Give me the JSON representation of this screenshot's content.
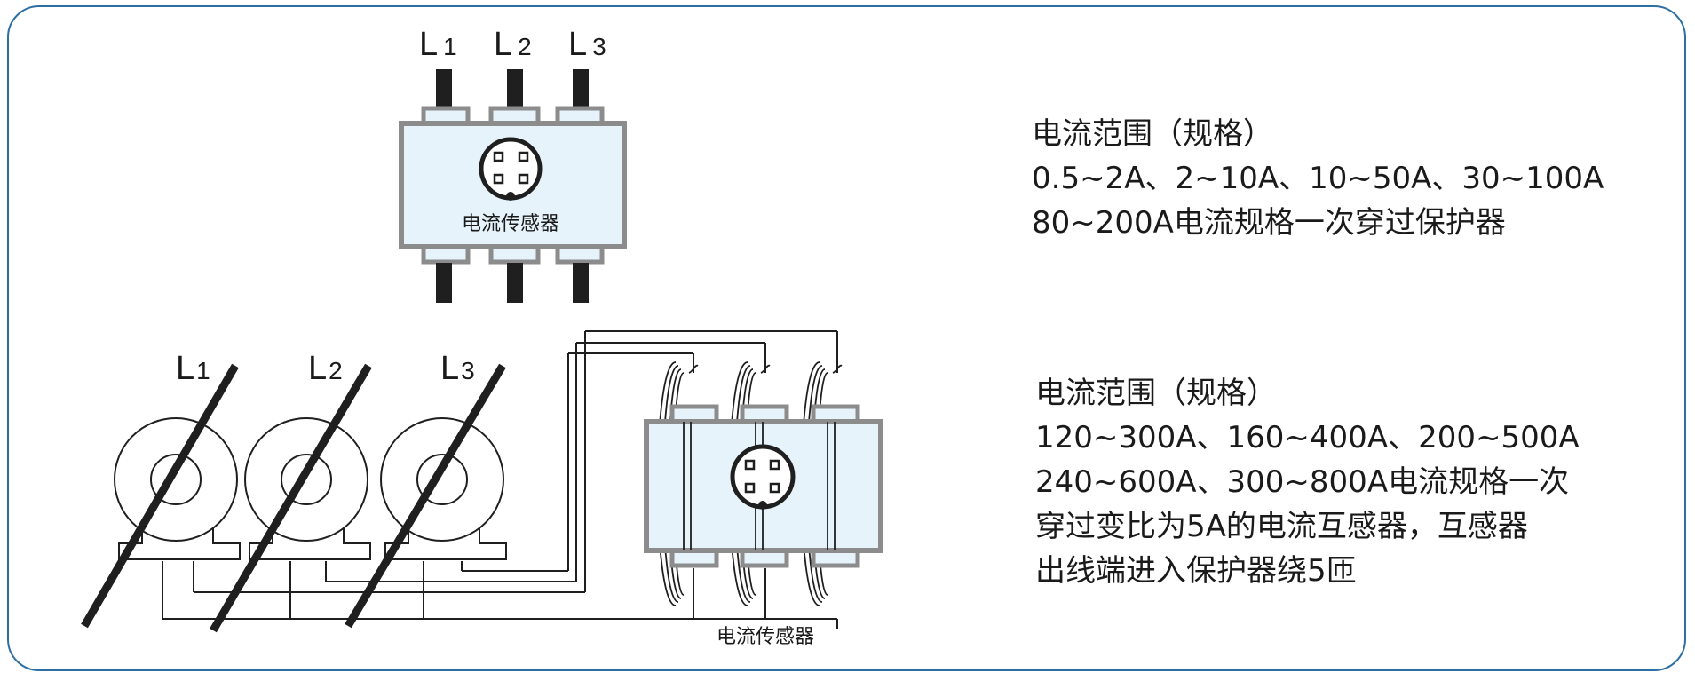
{
  "top_diagram": {
    "phase_labels": [
      {
        "letter": "L",
        "num": "1"
      },
      {
        "letter": "L",
        "num": "2"
      },
      {
        "letter": "L",
        "num": "3"
      }
    ],
    "sensor_label": "电流传感器"
  },
  "bottom_diagram": {
    "phase_labels": [
      {
        "letter": "L",
        "num": "1"
      },
      {
        "letter": "L",
        "num": "2"
      },
      {
        "letter": "L",
        "num": "3"
      }
    ],
    "sensor_label": "电流传感器"
  },
  "spec_top": {
    "lines": [
      "电流范围（规格）",
      "0.5~2A、2~10A、10~50A、30~100A",
      "80~200A电流规格一次穿过保护器"
    ]
  },
  "spec_bottom": {
    "lines": [
      "电流范围（规格）",
      "120~300A、160~400A、200~500A",
      "240~600A、300~800A电流规格一次",
      "穿过变比为5A的电流互感器，互感器",
      "出线端进入保护器绕5匝"
    ]
  },
  "colors": {
    "border": "#2e6fa3",
    "sensor_fill": "#e6f3fb",
    "sensor_stroke": "#8c8c8c",
    "conductor": "#1f1f1f"
  }
}
